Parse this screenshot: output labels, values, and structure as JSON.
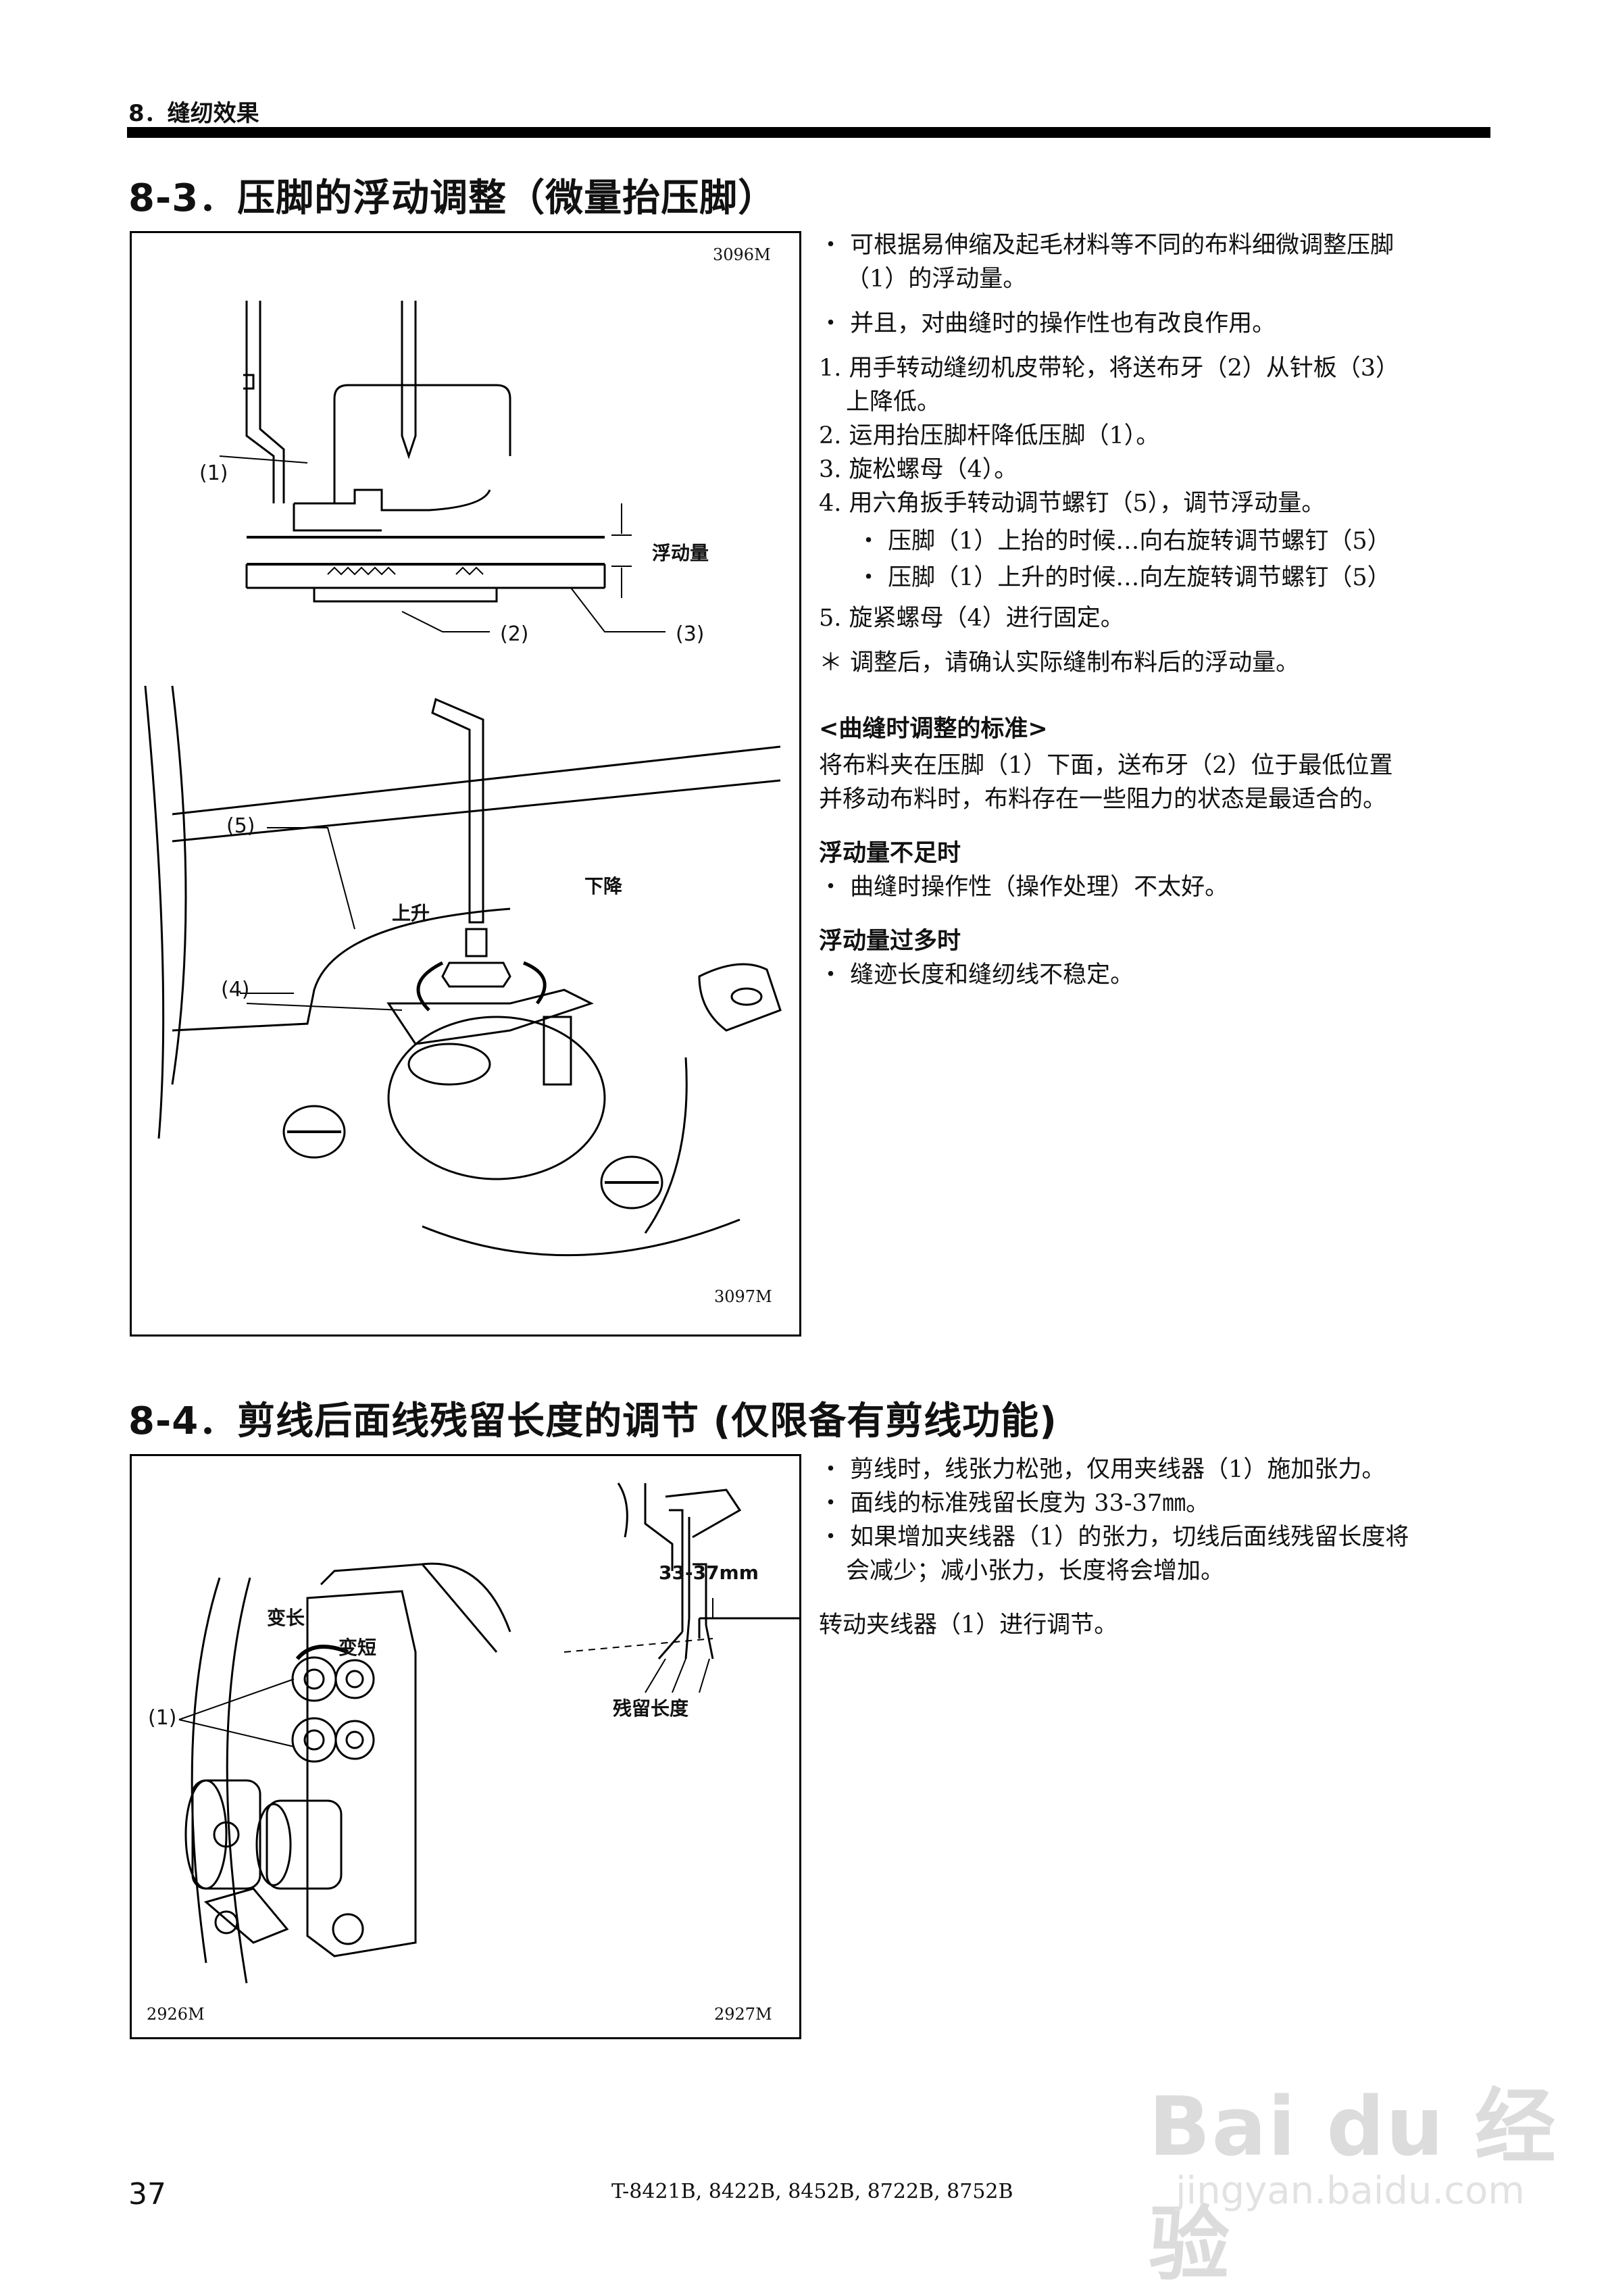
{
  "header": {
    "chapter": "8．缝纫效果"
  },
  "section83": {
    "title": "8-3．压脚的浮动调整（微量抬压脚）",
    "fig_top_code": "3096M",
    "fig_bottom_code": "3097M",
    "labels": {
      "l1": "(1)",
      "l2": "(2)",
      "l3": "(3)",
      "l4": "(4)",
      "l5": "(5)",
      "float_amount": "浮动量",
      "up": "上升",
      "down": "下降"
    },
    "bullets": [
      "・ 可根据易伸缩及起毛材料等不同的布料细微调整压脚",
      "（1）的浮动量。",
      "・ 并且，对曲缝时的操作性也有改良作用。"
    ],
    "steps": [
      "1. 用手转动缝纫机皮带轮，将送布牙（2）从针板（3）",
      "上降低。",
      "2. 运用抬压脚杆降低压脚（1）。",
      "3. 旋松螺母（4）。",
      "4. 用六角扳手转动调节螺钉（5），调节浮动量。",
      "・ 压脚（1）上抬的时候…向右旋转调节螺钉（5）",
      "・ 压脚（1）上升的时候…向左旋转调节螺钉（5）",
      "5. 旋紧螺母（4）进行固定。"
    ],
    "note": "＊ 调整后，请确认实际缝制布料后的浮动量。",
    "curve_heading": "<曲缝时调整的标准>",
    "curve_lines": [
      "将布料夹在压脚（1）下面，送布牙（2）位于最低位置",
      "并移动布料时，布料存在一些阻力的状态是最适合的。"
    ],
    "insufficient_heading": "浮动量不足时",
    "insufficient_item": "・ 曲缝时操作性（操作处理）不太好。",
    "excess_heading": "浮动量过多时",
    "excess_item": "・ 缝迹长度和缝纫线不稳定。"
  },
  "section84": {
    "title": "8-4．剪线后面线残留长度的调节 (仅限备有剪线功能)",
    "fig_left_code": "2926M",
    "fig_right_code": "2927M",
    "labels": {
      "l1": "(1)",
      "longer": "变长",
      "shorter": "变短",
      "length_range": "33-37mm",
      "remaining_length": "残留长度"
    },
    "bullets": [
      "・ 剪线时，线张力松弛，仅用夹线器（1）施加张力。",
      "・ 面线的标准残留长度为 33-37㎜。",
      "・ 如果增加夹线器（1）的张力，切线后面线残留长度将",
      "会减少；减小张力，长度将会增加。"
    ],
    "instruction": "转动夹线器（1）进行调节。"
  },
  "footer": {
    "page_number": "37",
    "models": "T-8421B, 8422B, 8452B, 8722B, 8752B"
  },
  "watermark": {
    "logo": "Bai du 经验",
    "url": "jingyan.baidu.com"
  }
}
